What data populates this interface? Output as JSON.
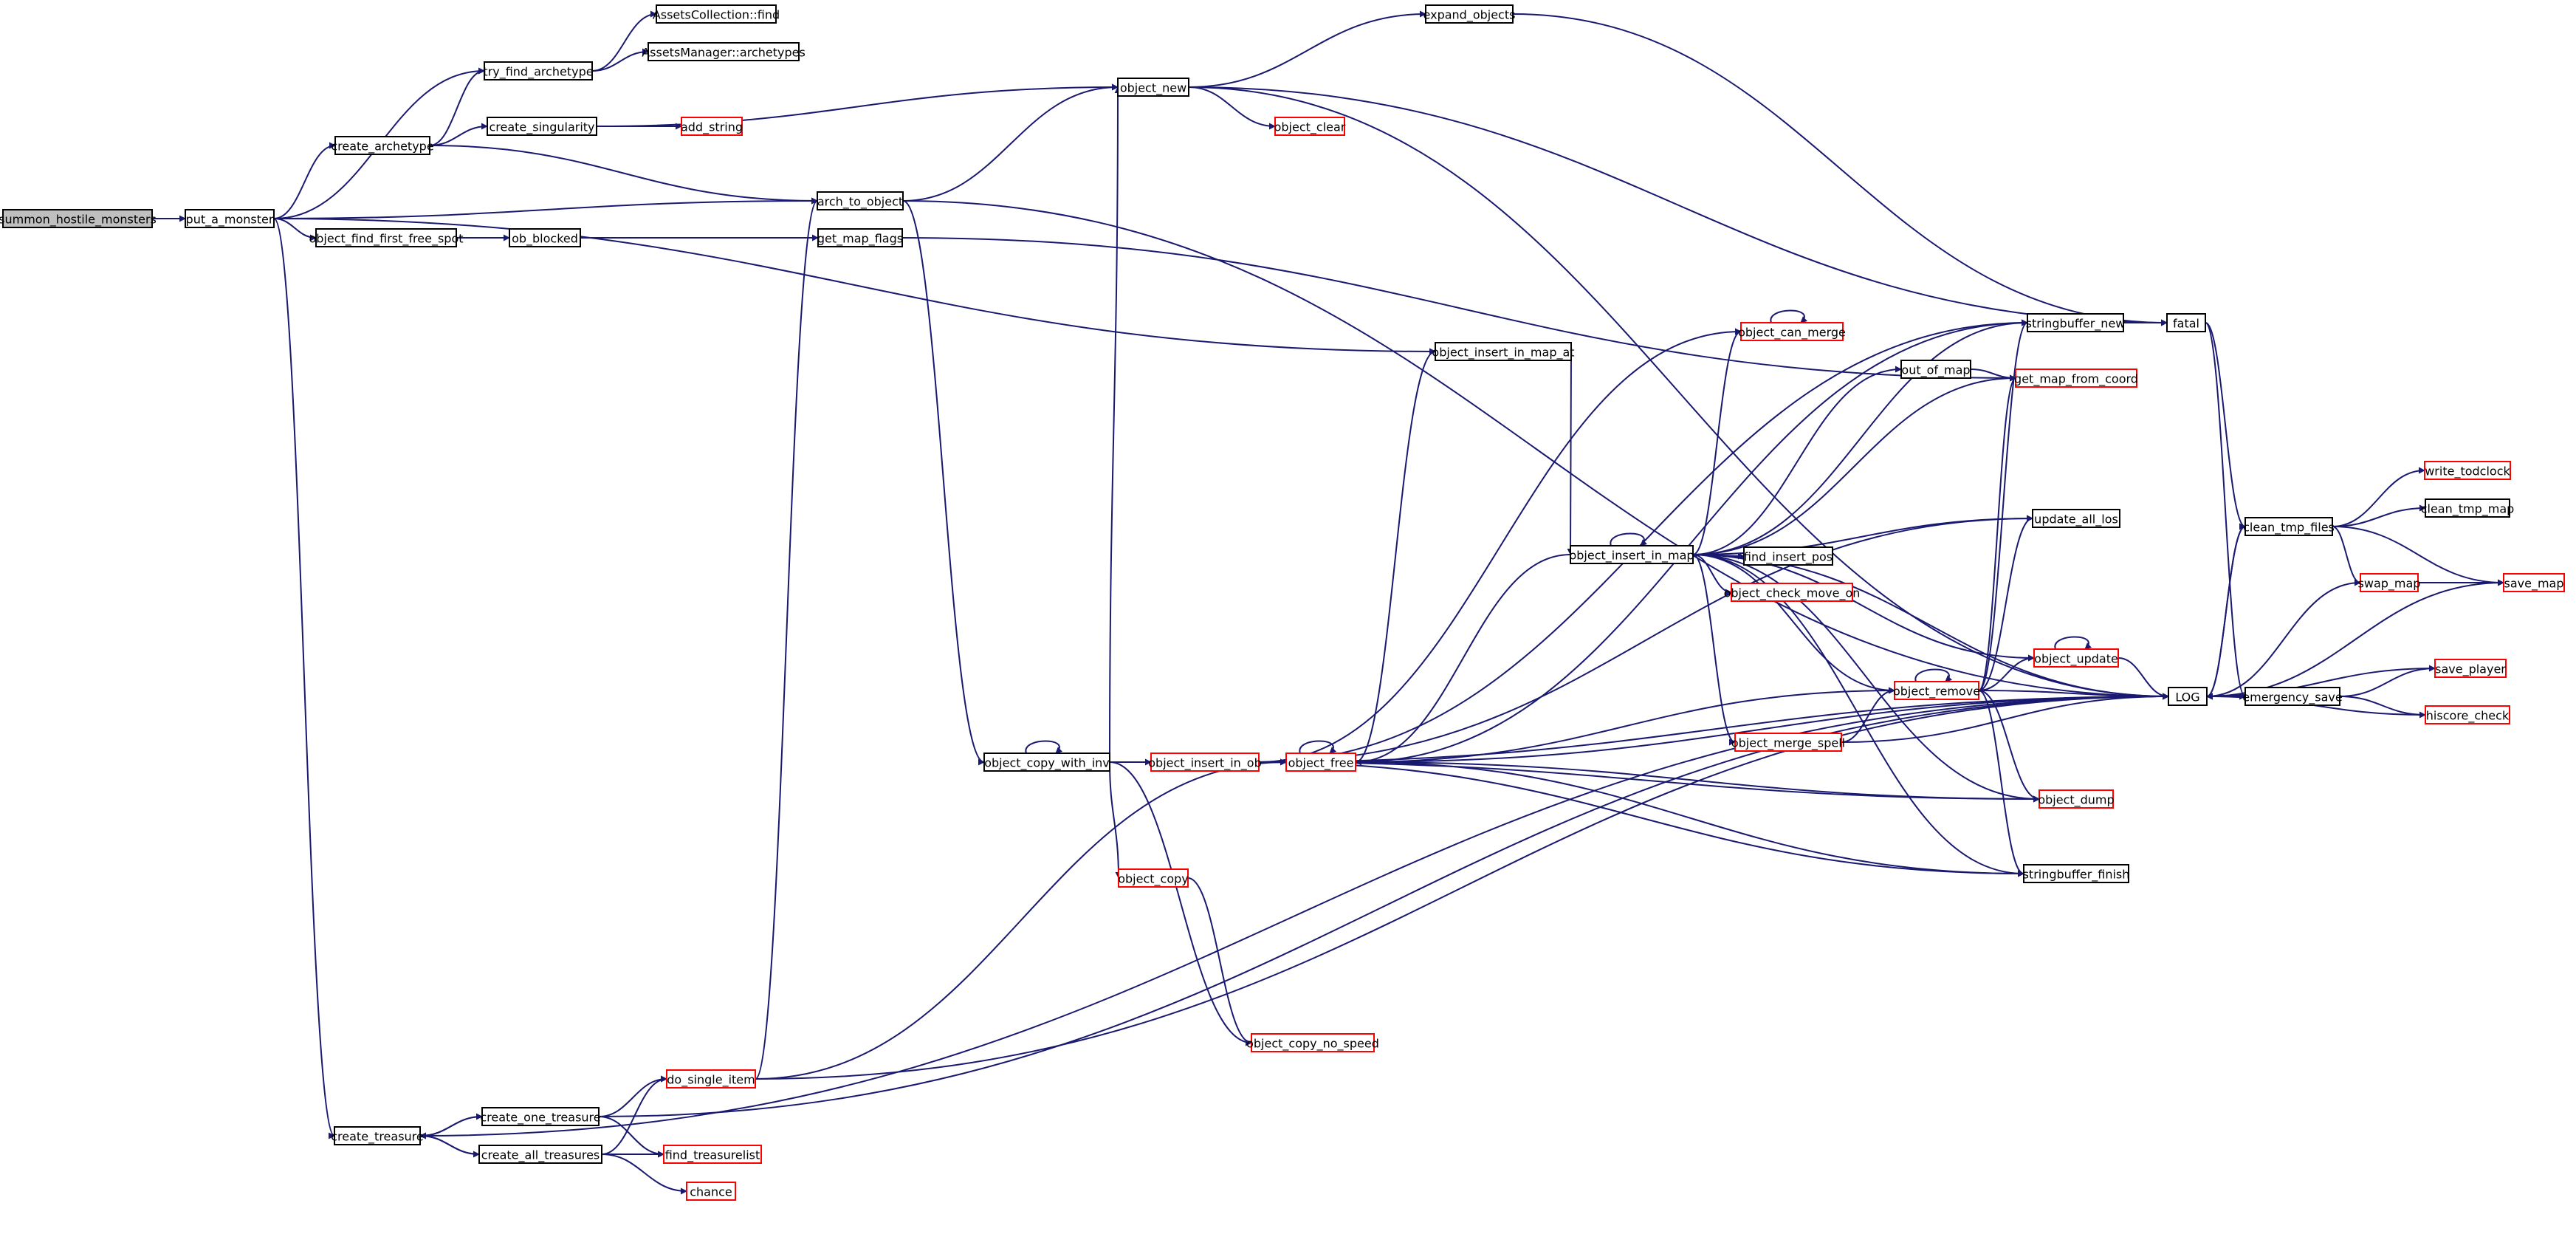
{
  "colors": {
    "edge": "#191970",
    "node_border_default": "#000000",
    "node_border_truncated": "#ff0000",
    "root_fill": "#bfbfbf",
    "node_fill": "#ffffff"
  },
  "nodes": [
    {
      "id": "summon_hostile_monsters",
      "label": "summon_hostile_monsters",
      "root": true
    },
    {
      "id": "put_a_monster",
      "label": "put_a_monster"
    },
    {
      "id": "try_find_archetype",
      "label": "try_find_archetype"
    },
    {
      "id": "AssetsCollection_find",
      "label": "AssetsCollection::find"
    },
    {
      "id": "AssetsManager_archetypes",
      "label": "AssetsManager::archetypes"
    },
    {
      "id": "create_archetype",
      "label": "create_archetype"
    },
    {
      "id": "create_singularity",
      "label": "create_singularity"
    },
    {
      "id": "add_string",
      "label": "add_string",
      "truncated": true
    },
    {
      "id": "object_new",
      "label": "object_new"
    },
    {
      "id": "expand_objects",
      "label": "expand_objects"
    },
    {
      "id": "object_clear",
      "label": "object_clear",
      "truncated": true
    },
    {
      "id": "fatal",
      "label": "fatal"
    },
    {
      "id": "arch_to_object",
      "label": "arch_to_object"
    },
    {
      "id": "object_find_first_free_spot",
      "label": "object_find_first_free_spot"
    },
    {
      "id": "ob_blocked",
      "label": "ob_blocked"
    },
    {
      "id": "get_map_flags",
      "label": "get_map_flags"
    },
    {
      "id": "stringbuffer_new",
      "label": "stringbuffer_new"
    },
    {
      "id": "object_can_merge",
      "label": "object_can_merge",
      "truncated": true
    },
    {
      "id": "object_insert_in_map_at",
      "label": "object_insert_in_map_at"
    },
    {
      "id": "out_of_map",
      "label": "out_of_map"
    },
    {
      "id": "get_map_from_coord",
      "label": "get_map_from_coord",
      "truncated": true
    },
    {
      "id": "update_all_los",
      "label": "update_all_los"
    },
    {
      "id": "object_insert_in_map",
      "label": "object_insert_in_map"
    },
    {
      "id": "find_insert_pos",
      "label": "find_insert_pos"
    },
    {
      "id": "object_check_move_on",
      "label": "object_check_move_on",
      "truncated": true
    },
    {
      "id": "object_update",
      "label": "object_update",
      "truncated": true
    },
    {
      "id": "object_remove",
      "label": "object_remove",
      "truncated": true
    },
    {
      "id": "object_merge_spell",
      "label": "object_merge_spell",
      "truncated": true
    },
    {
      "id": "object_copy_with_inv",
      "label": "object_copy_with_inv"
    },
    {
      "id": "object_insert_in_ob",
      "label": "object_insert_in_ob",
      "truncated": true
    },
    {
      "id": "object_free",
      "label": "object_free",
      "truncated": true
    },
    {
      "id": "object_dump",
      "label": "object_dump",
      "truncated": true
    },
    {
      "id": "stringbuffer_finish",
      "label": "stringbuffer_finish"
    },
    {
      "id": "object_copy",
      "label": "object_copy",
      "truncated": true
    },
    {
      "id": "object_copy_no_speed",
      "label": "object_copy_no_speed",
      "truncated": true
    },
    {
      "id": "LOG",
      "label": "LOG"
    },
    {
      "id": "clean_tmp_files",
      "label": "clean_tmp_files"
    },
    {
      "id": "write_todclock",
      "label": "write_todclock",
      "truncated": true
    },
    {
      "id": "clean_tmp_map",
      "label": "clean_tmp_map"
    },
    {
      "id": "swap_map",
      "label": "swap_map",
      "truncated": true
    },
    {
      "id": "save_map",
      "label": "save_map",
      "truncated": true
    },
    {
      "id": "emergency_save",
      "label": "emergency_save"
    },
    {
      "id": "save_player",
      "label": "save_player",
      "truncated": true
    },
    {
      "id": "hiscore_check",
      "label": "hiscore_check",
      "truncated": true
    },
    {
      "id": "do_single_item",
      "label": "do_single_item",
      "truncated": true
    },
    {
      "id": "create_treasure",
      "label": "create_treasure"
    },
    {
      "id": "create_one_treasure",
      "label": "create_one_treasure"
    },
    {
      "id": "create_all_treasures",
      "label": "create_all_treasures"
    },
    {
      "id": "find_treasurelist",
      "label": "find_treasurelist",
      "truncated": true
    },
    {
      "id": "chance",
      "label": "chance",
      "truncated": true
    }
  ],
  "edges": [
    {
      "from": "summon_hostile_monsters",
      "to": "put_a_monster"
    },
    {
      "from": "put_a_monster",
      "to": "try_find_archetype"
    },
    {
      "from": "put_a_monster",
      "to": "create_archetype"
    },
    {
      "from": "put_a_monster",
      "to": "arch_to_object"
    },
    {
      "from": "put_a_monster",
      "to": "object_find_first_free_spot"
    },
    {
      "from": "put_a_monster",
      "to": "object_insert_in_map_at"
    },
    {
      "from": "put_a_monster",
      "to": "create_treasure"
    },
    {
      "from": "try_find_archetype",
      "to": "AssetsCollection_find"
    },
    {
      "from": "try_find_archetype",
      "to": "AssetsManager_archetypes"
    },
    {
      "from": "create_archetype",
      "to": "try_find_archetype"
    },
    {
      "from": "create_archetype",
      "to": "create_singularity"
    },
    {
      "from": "create_archetype",
      "to": "arch_to_object"
    },
    {
      "from": "create_singularity",
      "to": "add_string"
    },
    {
      "from": "create_singularity",
      "to": "object_new"
    },
    {
      "from": "arch_to_object",
      "to": "object_new"
    },
    {
      "from": "arch_to_object",
      "to": "object_copy_with_inv"
    },
    {
      "from": "arch_to_object",
      "to": "LOG"
    },
    {
      "from": "object_new",
      "to": "expand_objects"
    },
    {
      "from": "object_new",
      "to": "object_clear"
    },
    {
      "from": "object_new",
      "to": "fatal"
    },
    {
      "from": "object_new",
      "to": "LOG"
    },
    {
      "from": "expand_objects",
      "to": "fatal"
    },
    {
      "from": "fatal",
      "to": "clean_tmp_files"
    },
    {
      "from": "fatal",
      "to": "emergency_save"
    },
    {
      "from": "object_find_first_free_spot",
      "to": "ob_blocked"
    },
    {
      "from": "ob_blocked",
      "to": "get_map_flags"
    },
    {
      "from": "get_map_flags",
      "to": "get_map_from_coord"
    },
    {
      "from": "object_insert_in_map_at",
      "to": "object_insert_in_map"
    },
    {
      "from": "object_insert_in_map",
      "to": "object_insert_in_map"
    },
    {
      "from": "object_insert_in_map",
      "to": "object_can_merge"
    },
    {
      "from": "object_insert_in_map",
      "to": "stringbuffer_new"
    },
    {
      "from": "object_insert_in_map",
      "to": "out_of_map"
    },
    {
      "from": "object_insert_in_map",
      "to": "get_map_from_coord"
    },
    {
      "from": "object_insert_in_map",
      "to": "update_all_los"
    },
    {
      "from": "object_insert_in_map",
      "to": "find_insert_pos"
    },
    {
      "from": "object_insert_in_map",
      "to": "object_check_move_on"
    },
    {
      "from": "object_insert_in_map",
      "to": "object_update"
    },
    {
      "from": "object_insert_in_map",
      "to": "object_remove"
    },
    {
      "from": "object_insert_in_map",
      "to": "object_merge_spell"
    },
    {
      "from": "object_insert_in_map",
      "to": "object_free"
    },
    {
      "from": "object_insert_in_map",
      "to": "object_dump"
    },
    {
      "from": "object_insert_in_map",
      "to": "stringbuffer_finish"
    },
    {
      "from": "object_insert_in_map",
      "to": "LOG"
    },
    {
      "from": "out_of_map",
      "to": "get_map_from_coord"
    },
    {
      "from": "object_can_merge",
      "to": "object_can_merge"
    },
    {
      "from": "stringbuffer_new",
      "to": "fatal"
    },
    {
      "from": "object_update",
      "to": "object_update"
    },
    {
      "from": "object_update",
      "to": "LOG"
    },
    {
      "from": "object_remove",
      "to": "object_remove"
    },
    {
      "from": "object_remove",
      "to": "object_update"
    },
    {
      "from": "object_remove",
      "to": "update_all_los"
    },
    {
      "from": "object_remove",
      "to": "get_map_from_coord"
    },
    {
      "from": "object_remove",
      "to": "stringbuffer_new"
    },
    {
      "from": "object_remove",
      "to": "object_dump"
    },
    {
      "from": "object_remove",
      "to": "stringbuffer_finish"
    },
    {
      "from": "object_remove",
      "to": "LOG"
    },
    {
      "from": "object_merge_spell",
      "to": "object_remove"
    },
    {
      "from": "object_merge_spell",
      "to": "LOG"
    },
    {
      "from": "object_copy_with_inv",
      "to": "object_copy_with_inv"
    },
    {
      "from": "object_copy_with_inv",
      "to": "object_new"
    },
    {
      "from": "object_copy_with_inv",
      "to": "object_insert_in_ob"
    },
    {
      "from": "object_copy_with_inv",
      "to": "object_copy"
    },
    {
      "from": "object_copy_with_inv",
      "to": "object_copy_no_speed"
    },
    {
      "from": "object_insert_in_ob",
      "to": "object_free"
    },
    {
      "from": "object_insert_in_ob",
      "to": "object_can_merge"
    },
    {
      "from": "object_insert_in_ob",
      "to": "stringbuffer_new"
    },
    {
      "from": "object_insert_in_ob",
      "to": "update_all_los"
    },
    {
      "from": "object_insert_in_ob",
      "to": "object_dump"
    },
    {
      "from": "object_insert_in_ob",
      "to": "stringbuffer_finish"
    },
    {
      "from": "object_insert_in_ob",
      "to": "LOG"
    },
    {
      "from": "object_free",
      "to": "object_free"
    },
    {
      "from": "object_free",
      "to": "object_insert_in_map_at"
    },
    {
      "from": "object_free",
      "to": "stringbuffer_new"
    },
    {
      "from": "object_free",
      "to": "object_remove"
    },
    {
      "from": "object_free",
      "to": "object_dump"
    },
    {
      "from": "object_free",
      "to": "stringbuffer_finish"
    },
    {
      "from": "object_free",
      "to": "LOG"
    },
    {
      "from": "object_copy",
      "to": "object_copy_no_speed"
    },
    {
      "from": "clean_tmp_files",
      "to": "write_todclock"
    },
    {
      "from": "clean_tmp_files",
      "to": "clean_tmp_map"
    },
    {
      "from": "clean_tmp_files",
      "to": "swap_map"
    },
    {
      "from": "clean_tmp_files",
      "to": "save_map"
    },
    {
      "from": "clean_tmp_files",
      "to": "LOG"
    },
    {
      "from": "swap_map",
      "to": "save_map"
    },
    {
      "from": "swap_map",
      "to": "LOG"
    },
    {
      "from": "save_map",
      "to": "LOG"
    },
    {
      "from": "emergency_save",
      "to": "save_player"
    },
    {
      "from": "emergency_save",
      "to": "hiscore_check"
    },
    {
      "from": "emergency_save",
      "to": "LOG"
    },
    {
      "from": "save_player",
      "to": "LOG"
    },
    {
      "from": "hiscore_check",
      "to": "LOG"
    },
    {
      "from": "LOG",
      "to": "clean_tmp_files"
    },
    {
      "from": "LOG",
      "to": "emergency_save"
    },
    {
      "from": "create_treasure",
      "to": "create_one_treasure"
    },
    {
      "from": "create_treasure",
      "to": "create_all_treasures"
    },
    {
      "from": "create_treasure",
      "to": "LOG"
    },
    {
      "from": "create_one_treasure",
      "to": "create_treasure"
    },
    {
      "from": "create_one_treasure",
      "to": "do_single_item"
    },
    {
      "from": "create_one_treasure",
      "to": "find_treasurelist"
    },
    {
      "from": "create_one_treasure",
      "to": "LOG"
    },
    {
      "from": "create_all_treasures",
      "to": "create_treasure"
    },
    {
      "from": "create_all_treasures",
      "to": "do_single_item"
    },
    {
      "from": "create_all_treasures",
      "to": "find_treasurelist"
    },
    {
      "from": "create_all_treasures",
      "to": "chance"
    },
    {
      "from": "do_single_item",
      "to": "arch_to_object"
    },
    {
      "from": "do_single_item",
      "to": "object_free"
    },
    {
      "from": "do_single_item",
      "to": "LOG"
    }
  ]
}
